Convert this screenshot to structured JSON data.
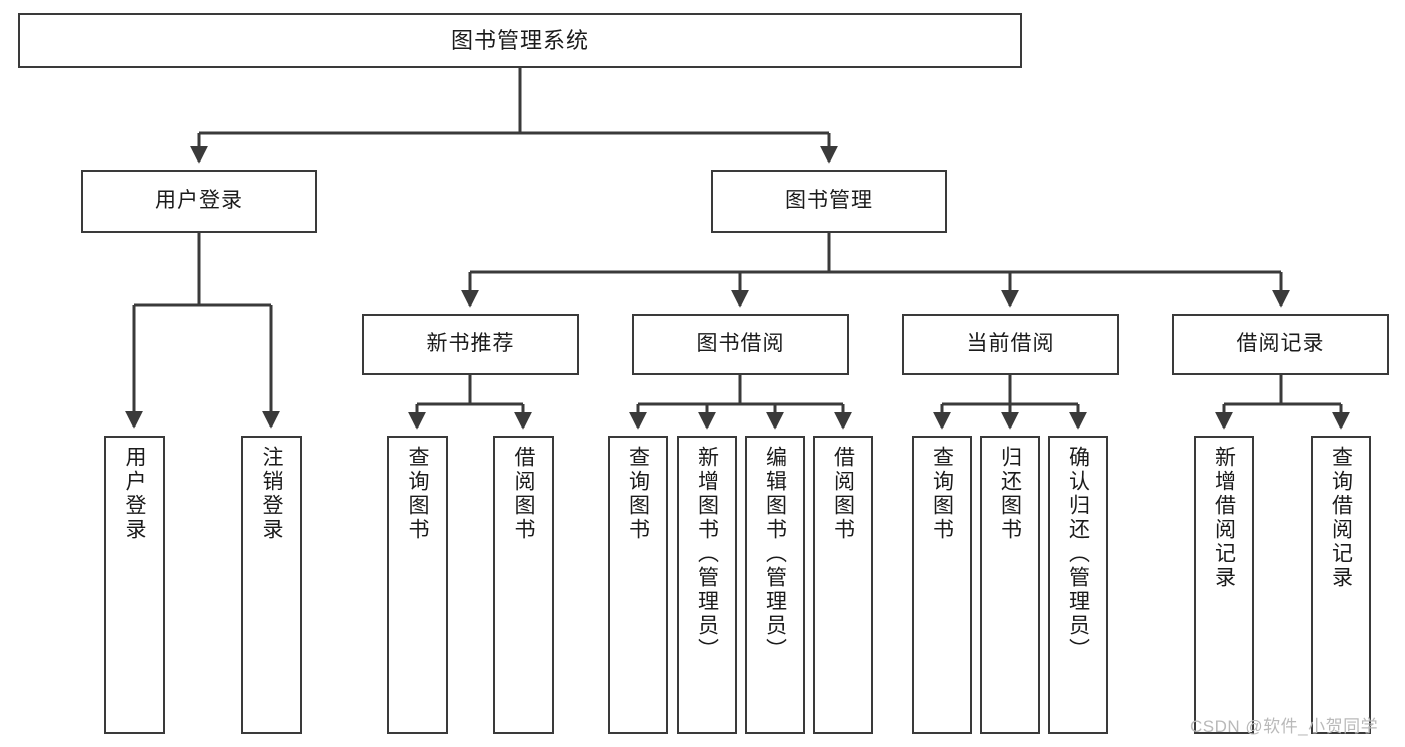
{
  "diagram": {
    "title": "图书管理系统",
    "type": "hierarchy-tree",
    "root": {
      "id": "root",
      "label": "图书管理系统",
      "orientation": "horizontal"
    },
    "level2": [
      {
        "id": "user-login",
        "label": "用户登录",
        "orientation": "horizontal"
      },
      {
        "id": "book-management",
        "label": "图书管理",
        "orientation": "horizontal"
      }
    ],
    "level3": [
      {
        "id": "new-book-recommend",
        "label": "新书推荐",
        "orientation": "horizontal",
        "parent": "book-management"
      },
      {
        "id": "book-borrow",
        "label": "图书借阅",
        "orientation": "horizontal",
        "parent": "book-management"
      },
      {
        "id": "current-borrow",
        "label": "当前借阅",
        "orientation": "horizontal",
        "parent": "book-management"
      },
      {
        "id": "borrow-record",
        "label": "借阅记录",
        "orientation": "horizontal",
        "parent": "book-management"
      }
    ],
    "leaves": [
      {
        "id": "leaf-user-login",
        "label": "用户登录",
        "parent": "user-login"
      },
      {
        "id": "leaf-logout-login",
        "label": "注销登录",
        "parent": "user-login"
      },
      {
        "id": "leaf-query-book-1",
        "label": "查询图书",
        "parent": "new-book-recommend"
      },
      {
        "id": "leaf-borrow-book-1",
        "label": "借阅图书",
        "parent": "new-book-recommend"
      },
      {
        "id": "leaf-query-book-2",
        "label": "查询图书",
        "parent": "book-borrow"
      },
      {
        "id": "leaf-add-book",
        "label": "新增图书（管理员）",
        "parent": "book-borrow"
      },
      {
        "id": "leaf-edit-book",
        "label": "编辑图书（管理员）",
        "parent": "book-borrow"
      },
      {
        "id": "leaf-borrow-book-2",
        "label": "借阅图书",
        "parent": "book-borrow"
      },
      {
        "id": "leaf-query-book-3",
        "label": "查询图书",
        "parent": "current-borrow"
      },
      {
        "id": "leaf-return-book",
        "label": "归还图书",
        "parent": "current-borrow"
      },
      {
        "id": "leaf-confirm-return",
        "label": "确认归还（管理员）",
        "parent": "current-borrow"
      },
      {
        "id": "leaf-add-record",
        "label": "新增借阅记录",
        "parent": "borrow-record"
      },
      {
        "id": "leaf-query-record",
        "label": "查询借阅记录",
        "parent": "borrow-record"
      }
    ],
    "colors": {
      "stroke": "#3a3a3a",
      "background": "#ffffff",
      "text": "#1b1b1b",
      "watermark": "#b9b9b9"
    }
  },
  "watermark": {
    "text": "CSDN @软件_小贺同学"
  }
}
